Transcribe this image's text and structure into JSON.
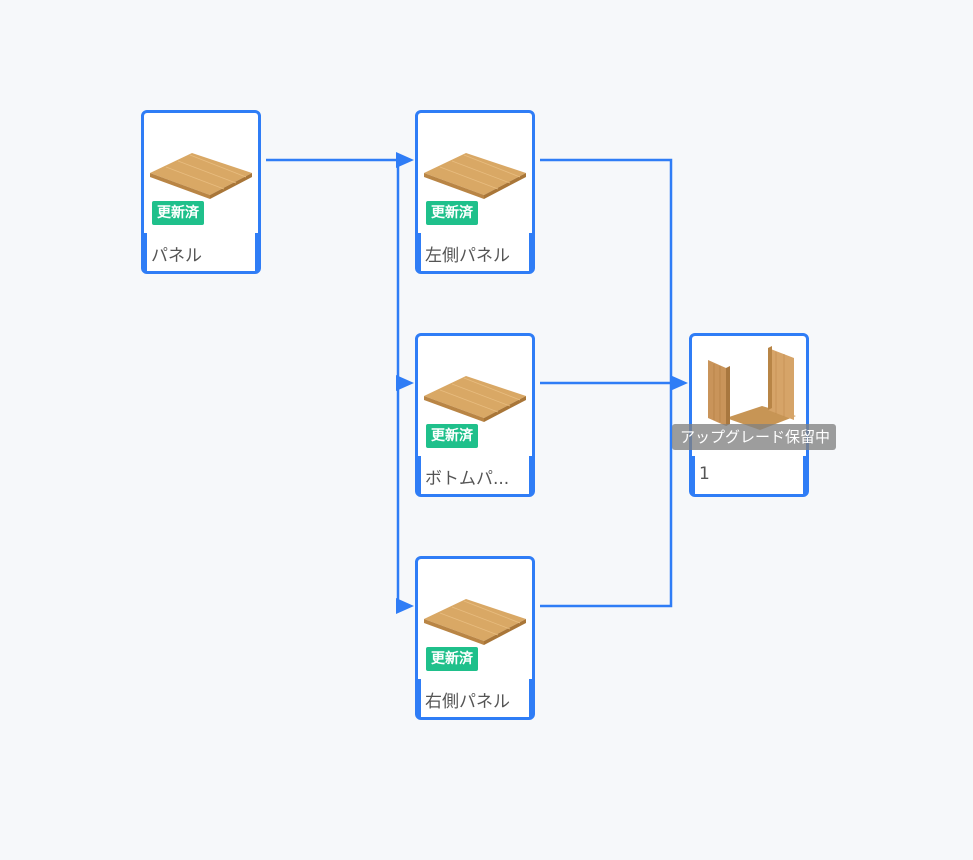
{
  "diagram": {
    "colors": {
      "edge": "#2f7df6",
      "node_border": "#2f7df6",
      "badge_updated": "#1fc08b",
      "badge_pending": "#828282",
      "background": "#f6f8fa"
    },
    "nodes": {
      "panel": {
        "label": "パネル",
        "badge": "更新済",
        "thumbnail_icon": "flat-wood-panel-icon"
      },
      "left_panel": {
        "label": "左側パネル",
        "badge": "更新済",
        "thumbnail_icon": "flat-wood-panel-icon"
      },
      "bottom_panel": {
        "label": "ボトムパ...",
        "badge": "更新済",
        "thumbnail_icon": "flat-wood-panel-icon"
      },
      "right_panel": {
        "label": "右側パネル",
        "badge": "更新済",
        "thumbnail_icon": "flat-wood-panel-icon"
      },
      "assembly": {
        "label": "1",
        "badge": "アップグレード保留中",
        "thumbnail_icon": "u-shaped-assembly-icon"
      }
    },
    "edges": [
      {
        "from": "panel",
        "to": "left_panel"
      },
      {
        "from": "panel",
        "to": "bottom_panel"
      },
      {
        "from": "panel",
        "to": "right_panel"
      },
      {
        "from": "left_panel",
        "to": "assembly"
      },
      {
        "from": "bottom_panel",
        "to": "assembly"
      },
      {
        "from": "right_panel",
        "to": "assembly"
      }
    ]
  }
}
